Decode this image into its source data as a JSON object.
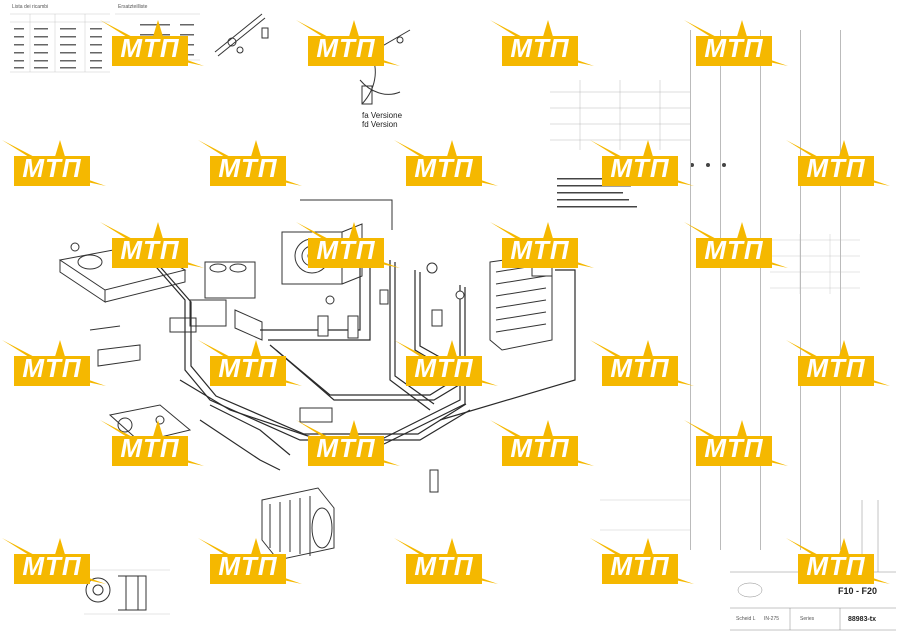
{
  "drawing": {
    "version_label_a": "fa Versione",
    "version_label_b": "fd Version",
    "model_title": "F10 - F20",
    "drawing_number": "88983-tx",
    "title_block_left": "Scheid L",
    "title_block_mid": "IN-275",
    "title_block_right": "Series",
    "parts_list_header_a": "Lista dei ricambi",
    "parts_list_header_b": "Ersatzteilliste"
  },
  "watermark": {
    "brand": "МТП",
    "brand_color": "#f5b800",
    "text_color": "#ffffff"
  },
  "colors": {
    "line": "#2a2a2a",
    "faint": "#9a9a9a",
    "paper": "#ffffff"
  }
}
